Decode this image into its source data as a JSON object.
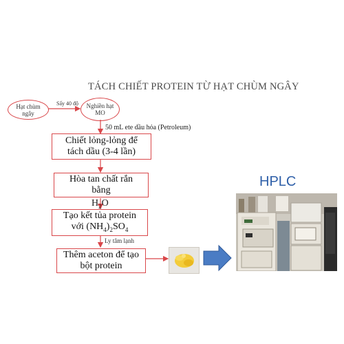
{
  "title": "TÁCH CHIẾT PROTEIN TỪ HẠT CHÙM NGÂY",
  "nodes": {
    "seed": "Hạt chùm ngây",
    "ground": "Nghiền hạt MO",
    "step1": "Chiết lỏng-lỏng để tách dầu (3-4 lần)",
    "step2_line1": "Hòa tan chất rắn",
    "step2_line2": "bằng",
    "step3_line1": "Tạo kết tủa protein",
    "step3_prefix": "với (NH",
    "step3_sub1": "4",
    "step3_mid": ")",
    "step3_sub2": "2",
    "step3_suffix": "SO",
    "step3_sub3": "4",
    "step4": "Thêm aceton để tạo bột protein"
  },
  "water": {
    "h": "H",
    "sub": "2",
    "o": "O"
  },
  "edge_labels": {
    "dry": "Sấy 40 độ",
    "solvent": "50 mL ete dầu hỏa (Petroleum)",
    "centrifuge": "Ly tâm lạnh"
  },
  "hplc_label": "HPLC",
  "colors": {
    "box_border": "#d9474a",
    "arrow": "#d9474a",
    "hplc_text": "#2e5fa8",
    "block_arrow": "#4a7cc4"
  }
}
